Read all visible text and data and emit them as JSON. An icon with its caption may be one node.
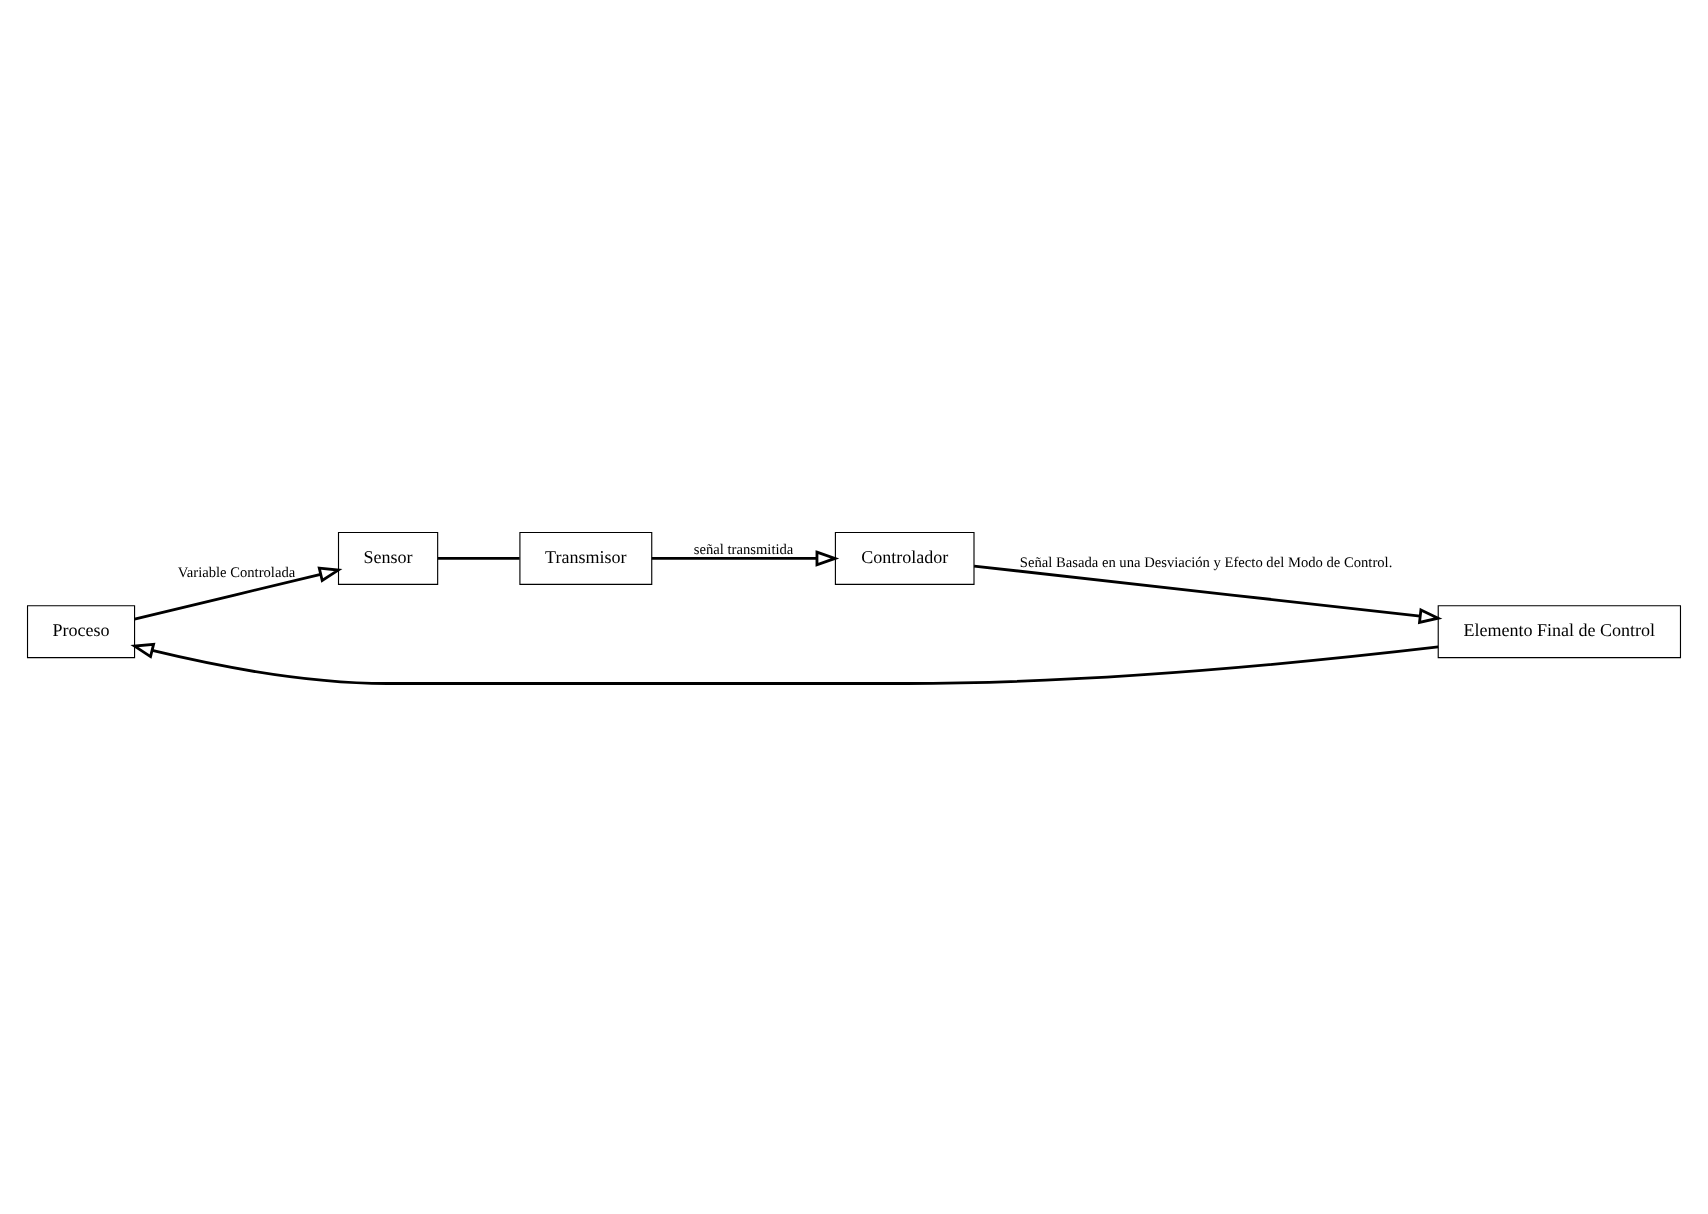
{
  "diagram": {
    "nodes": [
      {
        "text": [
          "Proceso"
        ]
      },
      {
        "text": [
          "Sensor"
        ]
      },
      {
        "text": [
          "Transmisor"
        ]
      },
      {
        "text": [
          "Controlador"
        ]
      },
      {
        "text": [
          "Elemento Final de Control"
        ]
      }
    ],
    "edges": [
      {
        "from": 4,
        "to": 0,
        "arrow": "to"
      },
      {
        "from": 0,
        "to": 1,
        "arrow": "to",
        "label": "Variable Controlada"
      },
      {
        "from": 1,
        "to": 2,
        "arrow": "none"
      },
      {
        "from": 2,
        "to": 3,
        "arrow": "to",
        "label": "señal transmitida"
      },
      {
        "from": 3,
        "to": 4,
        "arrow": "to",
        "label": "Señal Basada en una Desviación y Efecto del Modo de Control."
      }
    ]
  }
}
